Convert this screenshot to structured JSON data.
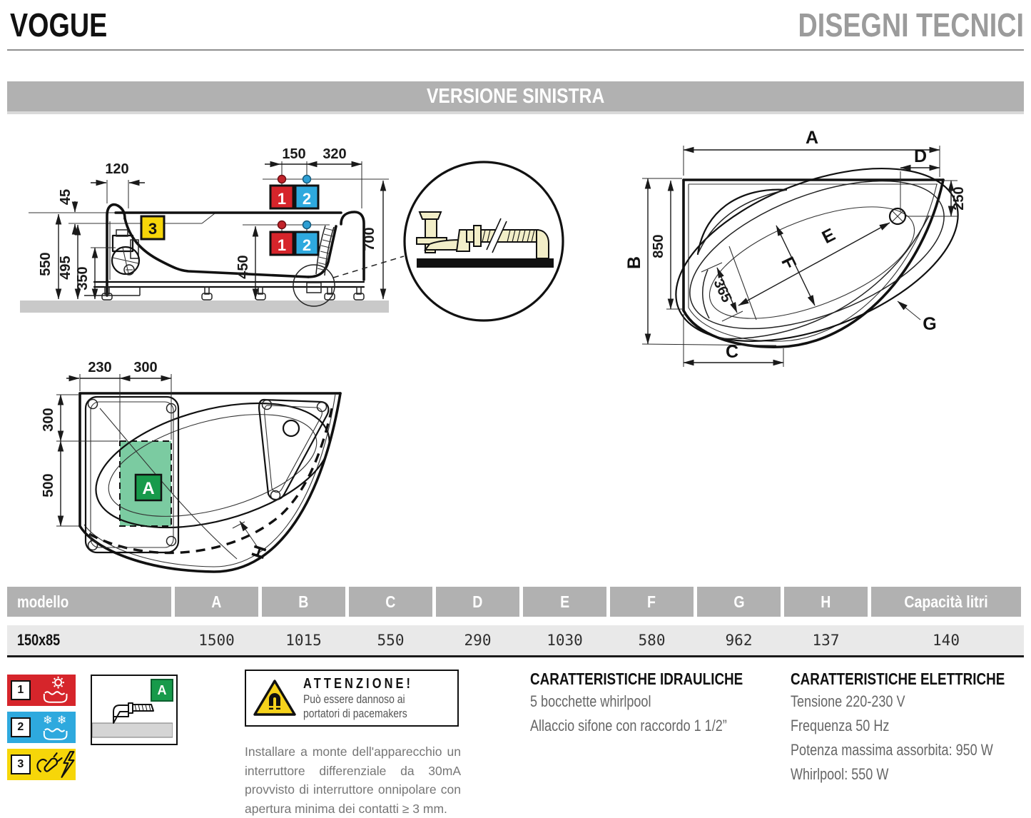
{
  "header": {
    "brand": "VOGUE",
    "title": "DISEGNI TECNICI"
  },
  "banner": "VERSIONE SINISTRA",
  "drawings": {
    "side": {
      "d120": "120",
      "d150": "150",
      "d320": "320",
      "d45": "45",
      "d550": "550",
      "d495": "495",
      "d350": "350",
      "d450": "450",
      "d700": "700",
      "m1": "1",
      "m2": "2",
      "m3": "3"
    },
    "top": {
      "A": "A",
      "B": "B",
      "C": "C",
      "D": "D",
      "E": "E",
      "F": "F",
      "G": "G",
      "d250": "250",
      "d850": "850",
      "d365": "365"
    },
    "frame": {
      "d230": "230",
      "d300top": "300",
      "d300left": "300",
      "d500": "500",
      "H": "H",
      "A": "A"
    }
  },
  "table": {
    "headers": [
      "modello",
      "A",
      "B",
      "C",
      "D",
      "E",
      "F",
      "G",
      "H",
      "Capacità litri"
    ],
    "row": {
      "model": "150x85",
      "values": [
        "1500",
        "1015",
        "550",
        "290",
        "1030",
        "580",
        "962",
        "137",
        "140"
      ]
    }
  },
  "legend": {
    "item1": "1",
    "item2": "2",
    "item3": "3",
    "detail_label": "A"
  },
  "warning": {
    "title": "ATTENZIONE!",
    "line1": "Può essere dannoso ai",
    "line2": "portatori di pacemakers"
  },
  "install_note": "Installare a monte dell'apparecchio un interruttore differenziale da 30mA provvisto di interruttore onnipolare con apertura minima dei contatti ≥ 3 mm.",
  "hydraulic": {
    "title": "CARATTERISTICHE IDRAULICHE",
    "lines": [
      "5 bocchette whirlpool",
      "Allaccio sifone con raccordo 1 1/2”"
    ]
  },
  "electric": {
    "title": "CARATTERISTICHE ELETTRICHE",
    "lines": [
      "Tensione 220-230 V",
      "Frequenza 50 Hz",
      "Potenza massima assorbita: 950 W",
      "Whirlpool: 550 W"
    ]
  },
  "colors": {
    "hot_red": "#d6252b",
    "cold_blue": "#2ea9de",
    "electric_yellow": "#f6d609",
    "area_green": "#179a4b",
    "area_green_light": "#7bcba1",
    "band_gray": "#b1b1b1",
    "row_gray": "#e9e9e9",
    "pipe_cream": "#f2eec8"
  }
}
